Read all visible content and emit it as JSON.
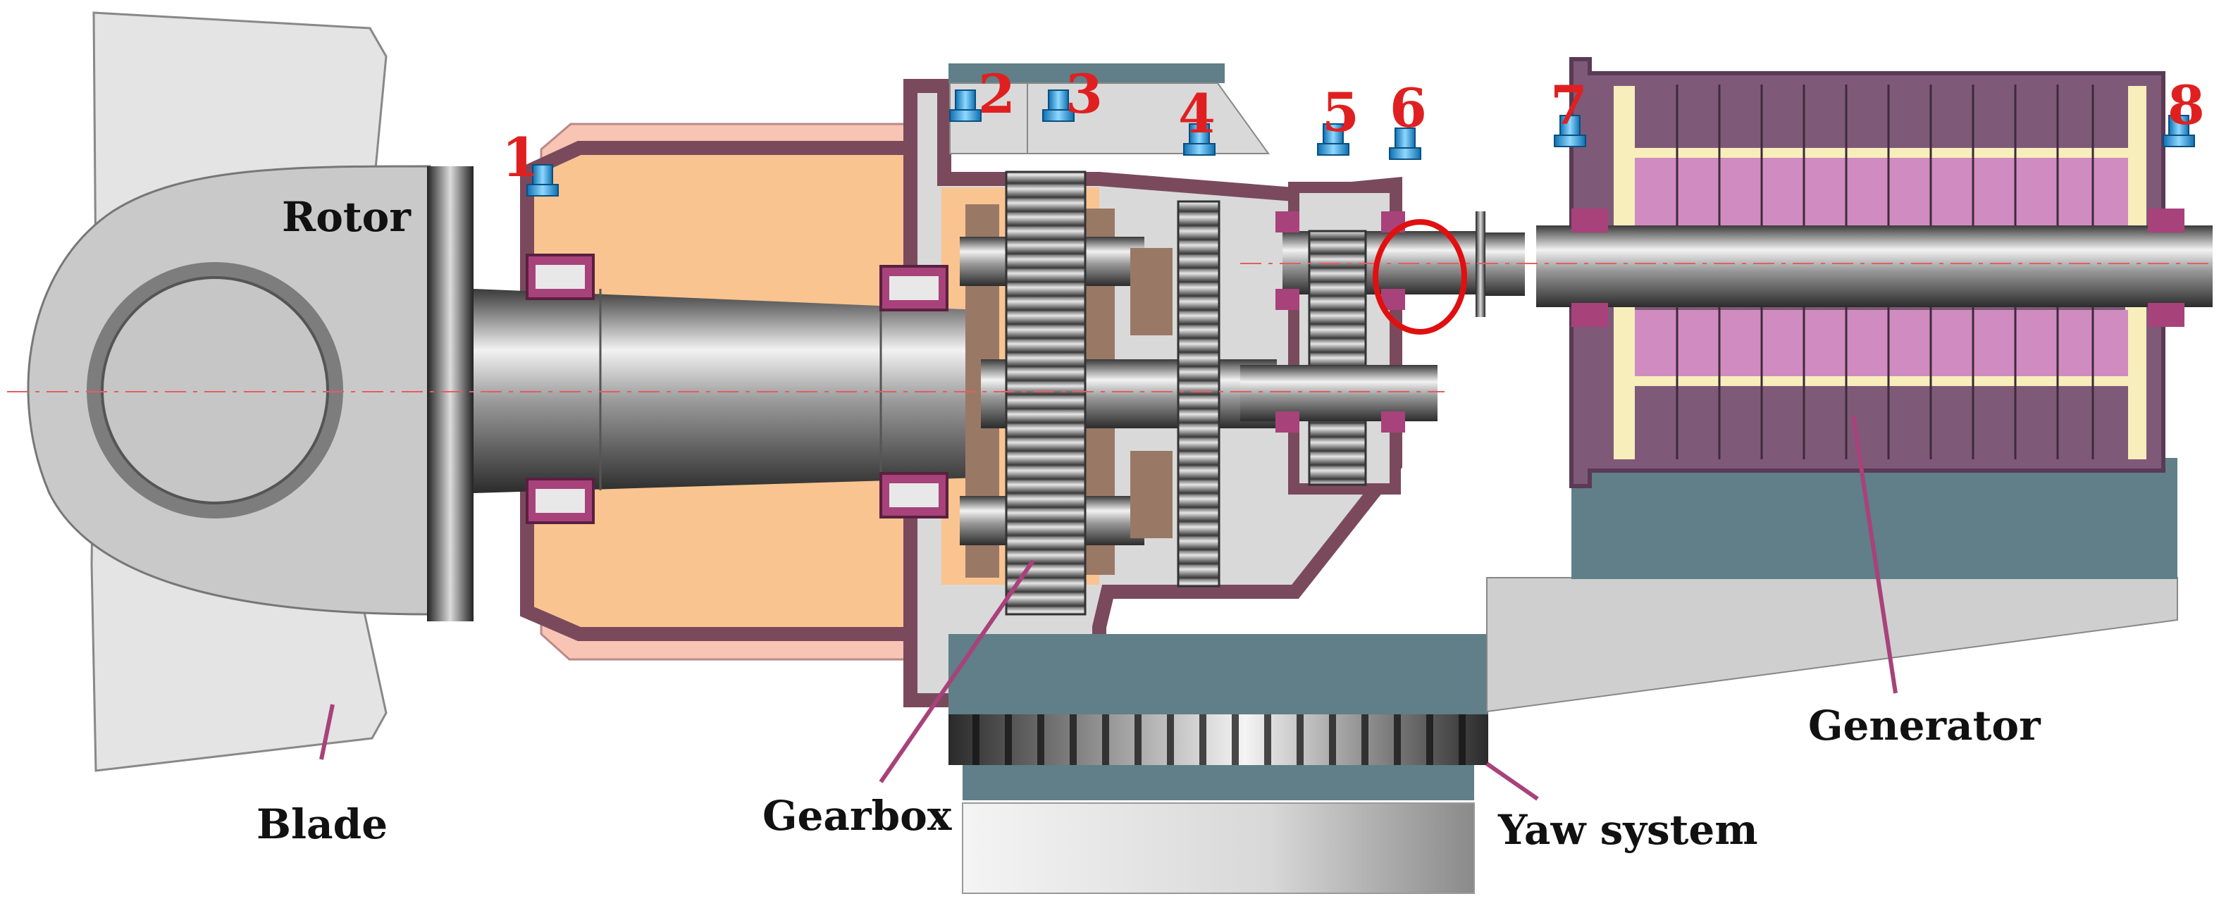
{
  "colors": {
    "number": "#e02020",
    "leader": "#a8427a",
    "housing": "#7a4a5c",
    "housing_fill": "#f9c490",
    "cover_fill": "#f8c5b4",
    "frame": "#607f88",
    "hub": "#c9c9c9",
    "blade": "#e4e4e4",
    "generator_dark": "#7e5a78",
    "generator_light": "#d08cc0",
    "sensor": "#2a9fe0",
    "highlight": "#e01010"
  },
  "labels": {
    "rotor": "Rotor",
    "blade": "Blade",
    "gearbox": "Gearbox",
    "yaw_system": "Yaw system",
    "generator": "Generator"
  },
  "sensors": [
    {
      "id": "1"
    },
    {
      "id": "2"
    },
    {
      "id": "3"
    },
    {
      "id": "4"
    },
    {
      "id": "5"
    },
    {
      "id": "6"
    },
    {
      "id": "7"
    },
    {
      "id": "8"
    }
  ],
  "icons": {
    "sensor": "accelerometer-icon",
    "bearing": "bearing-icon",
    "highlight": "fault-circle-icon"
  }
}
